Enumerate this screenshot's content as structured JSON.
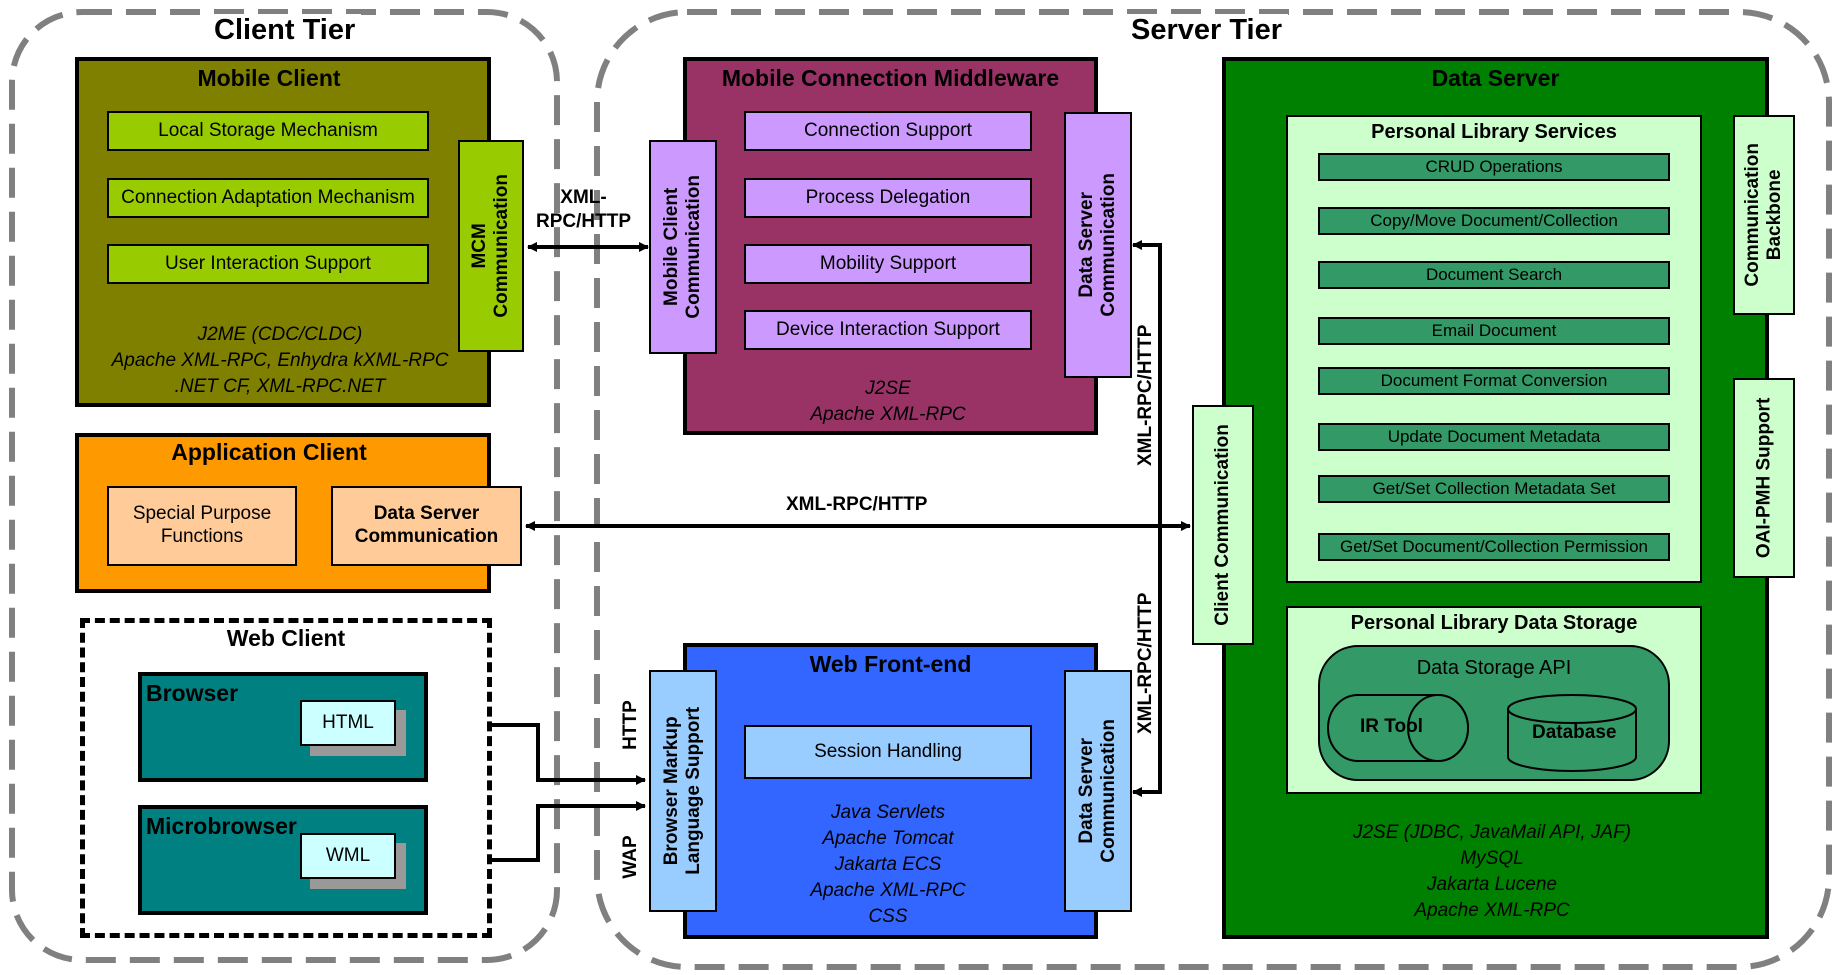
{
  "client_tier": {
    "title": "Client Tier",
    "mobile_client": {
      "title": "Mobile Client",
      "items": [
        "Local Storage Mechanism",
        "Connection Adaptation Mechanism",
        "User Interaction Support"
      ],
      "comm": "MCM\nCommunication",
      "tech": "J2ME (CDC/CLDC)\nApache XML-RPC, Enhydra kXML-RPC\n.NET CF, XML-RPC.NET"
    },
    "application_client": {
      "title": "Application Client",
      "special": "Special Purpose\nFunctions",
      "comm": "Data Server\nCommunication"
    },
    "web_client": {
      "title": "Web Client",
      "browser": "Browser",
      "browser_doc": "HTML",
      "microbrowser": "Microbrowser",
      "microbrowser_doc": "WML"
    }
  },
  "server_tier": {
    "title": "Server Tier",
    "middleware": {
      "title": "Mobile Connection Middleware",
      "left_comm": "Mobile Client\nCommunication",
      "right_comm": "Data Server\nCommunication",
      "items": [
        "Connection Support",
        "Process Delegation",
        "Mobility Support",
        "Device Interaction Support"
      ],
      "tech": "J2SE\nApache XML-RPC"
    },
    "web_frontend": {
      "title": "Web Front-end",
      "left_comm": "Browser Markup\nLanguage Support",
      "right_comm": "Data Server\nCommunication",
      "item": "Session Handling",
      "tech": "Java Servlets\nApache Tomcat\nJakarta ECS\nApache XML-RPC\nCSS"
    },
    "data_server": {
      "title": "Data Server",
      "client_comm": "Client Communication",
      "backbone": "Communication\nBackbone",
      "oai": "OAI-PMH Support",
      "pls": {
        "title": "Personal Library Services",
        "items": [
          "CRUD Operations",
          "Copy/Move Document/Collection",
          "Document Search",
          "Email Document",
          "Document Format Conversion",
          "Update Document Metadata",
          "Get/Set Collection Metadata Set",
          "Get/Set Document/Collection Permission"
        ]
      },
      "storage": {
        "title": "Personal Library Data Storage",
        "api": "Data Storage API",
        "ir_tool": "IR Tool",
        "database": "Database"
      },
      "tech": "J2SE (JDBC, JavaMail API, JAF)\nMySQL\nJakarta Lucene\nApache XML-RPC"
    }
  },
  "connections": {
    "mobile_link": "XML-\nRPC/HTTP",
    "app_link": "XML-RPC/HTTP",
    "mw_ds_link": "XML-RPC/HTTP",
    "web_ds_link": "XML-RPC/HTTP",
    "http": "HTTP",
    "wap": "WAP"
  },
  "colors": {
    "mobile_client": "#808000",
    "mobile_items": "#99cc00",
    "mcm_comm": "#99cc00",
    "application_client": "#ff9900",
    "app_items": "#ffcc99",
    "web_client_boxes": "#008080",
    "middleware": "#993366",
    "middleware_items": "#cc99ff",
    "web_frontend": "#3366ff",
    "web_frontend_items": "#99ccff",
    "data_server": "#008000",
    "data_server_panels": "#ccffcc",
    "pls_items": "#339966",
    "doc_page": "#ccffff"
  }
}
